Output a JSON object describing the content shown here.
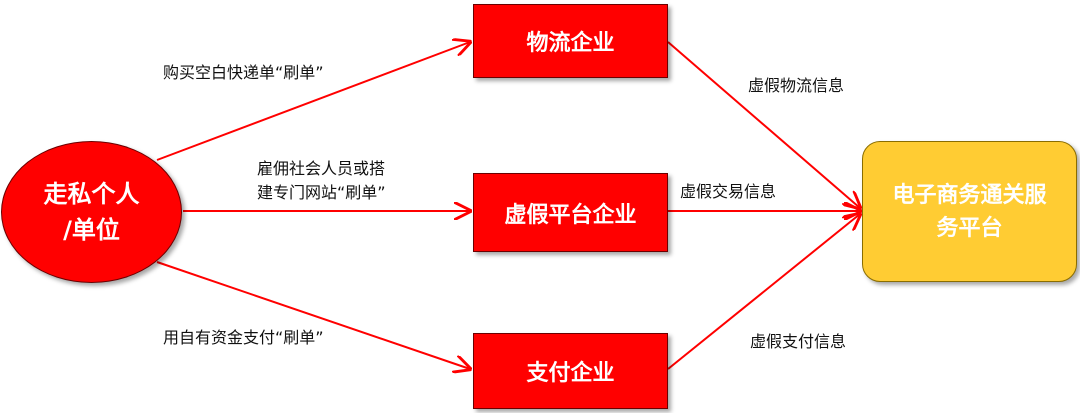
{
  "nodes": {
    "source": {
      "line1": "走私个人",
      "line2": "/单位"
    },
    "logistics": "物流企业",
    "fake_platform": "虚假平台企业",
    "payment": "支付企业",
    "target": {
      "line1": "电子商务通关服",
      "line2": "务平台"
    }
  },
  "edge_labels": {
    "to_logistics": "购买空白快递单“刷单”",
    "to_platform_line1": "雇佣社会人员或搭",
    "to_platform_line2": "建专门网站“刷单”",
    "to_payment": "用自有资金支付“刷单”",
    "logistics_to_target": "虚假物流信息",
    "platform_to_target": "虚假交易信息",
    "payment_to_target": "虚假支付信息"
  },
  "colors": {
    "edge": "#ff0000",
    "source_fill": "#ff0000",
    "company_fill": "#ff0000",
    "target_fill": "#ffcc33"
  }
}
